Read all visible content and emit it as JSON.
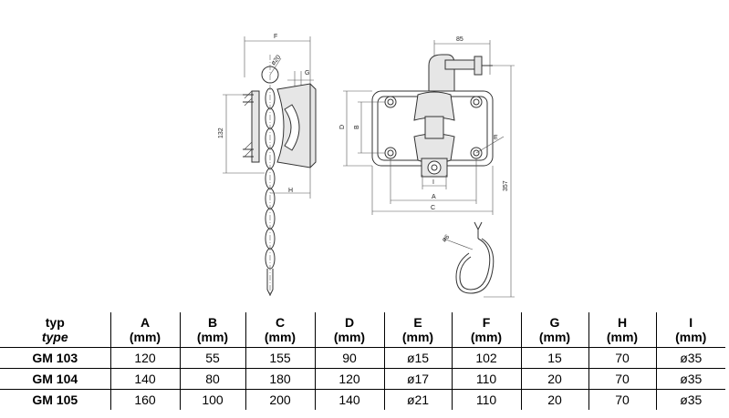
{
  "diagram": {
    "labels": {
      "f": "F",
      "g": "G",
      "d20": "ø20",
      "h132": "132",
      "h": "H",
      "d85": "85",
      "b": "B",
      "d": "D",
      "e": "E",
      "i": "I",
      "a": "A",
      "c": "C",
      "d357": "357",
      "d6": "ø6"
    }
  },
  "table": {
    "header_type": "typ",
    "header_type_en": "type",
    "columns": [
      {
        "letter": "A",
        "unit": "(mm)"
      },
      {
        "letter": "B",
        "unit": "(mm)"
      },
      {
        "letter": "C",
        "unit": "(mm)"
      },
      {
        "letter": "D",
        "unit": "(mm)"
      },
      {
        "letter": "E",
        "unit": "(mm)"
      },
      {
        "letter": "F",
        "unit": "(mm)"
      },
      {
        "letter": "G",
        "unit": "(mm)"
      },
      {
        "letter": "H",
        "unit": "(mm)"
      },
      {
        "letter": "I",
        "unit": "(mm)"
      }
    ],
    "rows": [
      {
        "type": "GM 103",
        "values": [
          "120",
          "55",
          "155",
          "90",
          "ø15",
          "102",
          "15",
          "70",
          "ø35"
        ]
      },
      {
        "type": "GM 104",
        "values": [
          "140",
          "80",
          "180",
          "120",
          "ø17",
          "110",
          "20",
          "70",
          "ø35"
        ]
      },
      {
        "type": "GM 105",
        "values": [
          "160",
          "100",
          "200",
          "140",
          "ø21",
          "110",
          "20",
          "70",
          "ø35"
        ]
      }
    ]
  }
}
